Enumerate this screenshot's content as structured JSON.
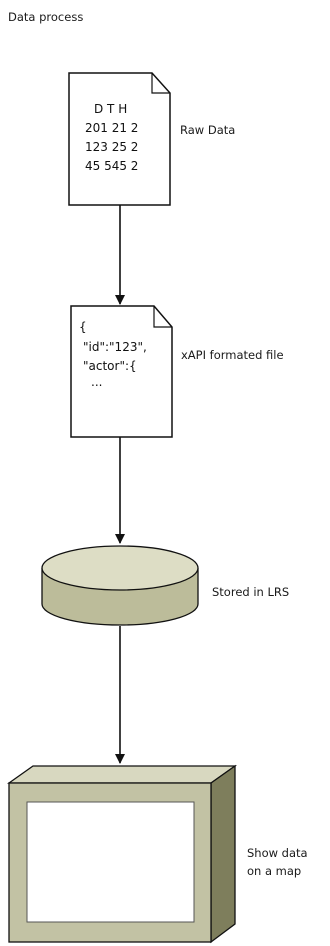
{
  "title": "Data process",
  "nodes": {
    "raw_data": {
      "label": "Raw Data",
      "lines": [
        "D  T  H",
        "201 21 2",
        "123 25 2",
        "45 545 2"
      ]
    },
    "xapi_file": {
      "label": "xAPI formated file",
      "lines": [
        "{",
        "\"id\":\"123\",",
        "\"actor\":{",
        "..."
      ]
    },
    "lrs": {
      "label": "Stored in LRS"
    },
    "map": {
      "label_line1": "Show data",
      "label_line2": "on a map"
    }
  },
  "colors": {
    "cylinder_top": "#ddddc5",
    "cylinder_body": "#bcbc9a",
    "monitor_frame": "#c2c2a4",
    "monitor_side": "#7e7e5c",
    "monitor_top": "#d8d8c0",
    "stroke": "#111111"
  }
}
